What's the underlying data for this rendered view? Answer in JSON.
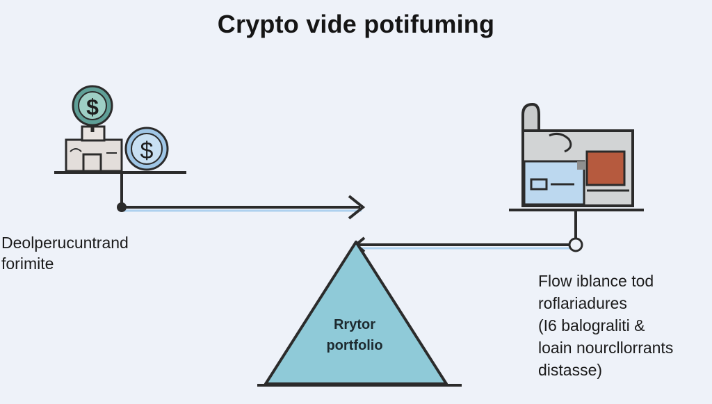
{
  "title": "Crypto vide potifuming",
  "left_node": {
    "label_lines": [
      "Deolperucuntrand",
      "forimite"
    ],
    "coin_top_symbol": "$",
    "coin_right_symbol": "$"
  },
  "center_node": {
    "label_lines": [
      "Rrytor",
      "portfolio"
    ]
  },
  "right_node": {
    "label_lines": [
      "Flow iblance tod",
      "roflariadures",
      "(I6 balograliti &",
      "loain nourcllorrants",
      "distasse)"
    ]
  },
  "colors": {
    "background": "#eef2f9",
    "outline": "#2b2b2b",
    "coin_teal": "#5f9f97",
    "coin_blue": "#9fc6e6",
    "triangle_fill": "#8fcad8",
    "panel_blue": "#bcd8ef",
    "panel_gray": "#c9cbcc",
    "panel_red": "#b65a3e",
    "accent_blue": "#6fb2e6"
  },
  "icons": {
    "coin_top": "dollar-coin-icon",
    "coin_right": "dollar-coin-icon",
    "cash_box": "cash-register-icon",
    "device": "terminal-device-icon"
  }
}
